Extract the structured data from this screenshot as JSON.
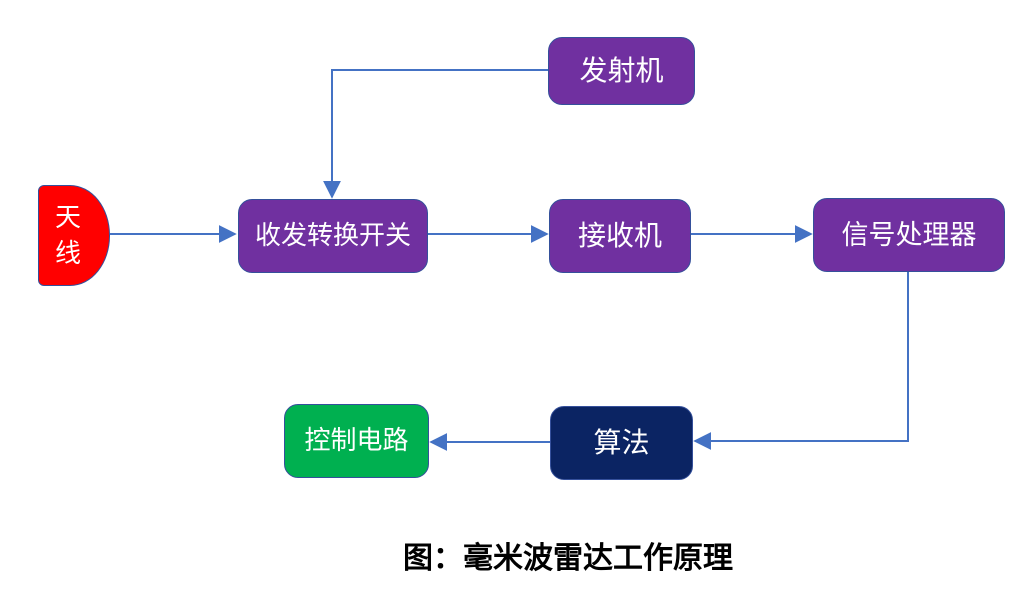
{
  "figure": {
    "caption": "图：毫米波雷达工作原理",
    "line_color": "#4472C4",
    "nodes": {
      "antenna": {
        "label": "天线",
        "shape": "delay",
        "color": "#FF0000"
      },
      "tr_switch": {
        "label": "收发转换开关",
        "shape": "rounded-rect",
        "color": "#7030A0"
      },
      "transmitter": {
        "label": "发射机",
        "shape": "rounded-rect",
        "color": "#7030A0"
      },
      "receiver": {
        "label": "接收机",
        "shape": "rounded-rect",
        "color": "#7030A0"
      },
      "signal_processor": {
        "label": "信号处理器",
        "shape": "rounded-rect",
        "color": "#7030A0"
      },
      "algorithm": {
        "label": "算法",
        "shape": "rounded-rect",
        "color": "#0B2463"
      },
      "control_circuit": {
        "label": "控制电路",
        "shape": "rounded-rect",
        "color": "#00B050"
      }
    },
    "edges": [
      {
        "from": "antenna",
        "to": "tr_switch"
      },
      {
        "from": "transmitter",
        "to": "tr_switch"
      },
      {
        "from": "tr_switch",
        "to": "receiver"
      },
      {
        "from": "receiver",
        "to": "signal_processor"
      },
      {
        "from": "signal_processor",
        "to": "algorithm"
      },
      {
        "from": "algorithm",
        "to": "control_circuit"
      }
    ]
  }
}
